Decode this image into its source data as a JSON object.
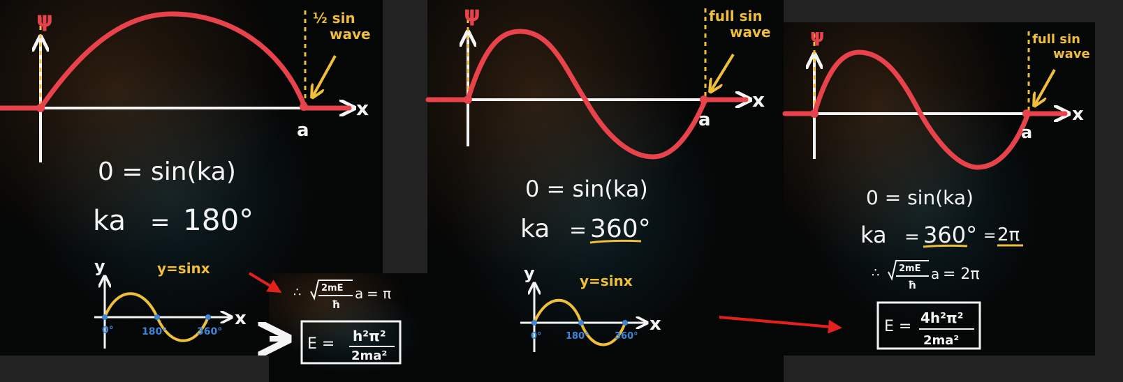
{
  "panel1": {
    "psi": "ψ",
    "x_axis": "x",
    "a_label": "a",
    "note_line1": "½ sin",
    "note_line2": "wave",
    "eq_line1": "0 = sin(ka)",
    "eq_ka": "ka",
    "eq_equals": "=",
    "eq_angle": "180°",
    "graph_y": "y",
    "graph_title": "y=sinx",
    "graph_x": "x",
    "tick_0": "0°",
    "tick_180": "180°",
    "tick_360": "360°"
  },
  "panel2": {
    "psi": "ψ",
    "x_axis": "x",
    "a_label": "a",
    "note_line1": "full sin",
    "note_line2": "wave",
    "eq_line1": "0 = sin(ka)",
    "eq_ka": "ka",
    "eq_equals": "=",
    "eq_angle": "360°",
    "graph_y": "y",
    "graph_title": "y=sinx",
    "graph_x": "x",
    "tick_0": "0°",
    "tick_180": "180°",
    "tick_360": "360°"
  },
  "panel3": {
    "psi": "ψ",
    "x_axis": "x",
    "a_label": "a",
    "note_line1": "full sin",
    "note_line2": "wave",
    "eq_line1": "0 = sin(ka)",
    "eq_ka": "ka",
    "eq_equals": "=",
    "eq_angle": "360°",
    "eq_equals2": "=",
    "eq_two_pi": "2π",
    "therefore": "∴",
    "sqrt_inner": "2mE",
    "frac_den": "ħ",
    "eq_a": "a",
    "eq_rhs": "= 2π",
    "box_E": "E =",
    "box_num": "4h²π²",
    "box_den": "2ma²"
  },
  "inset": {
    "therefore": "∴",
    "sqrt_inner": "2mE",
    "frac_den": "ħ",
    "eq_a": "a",
    "eq_rhs": "= π",
    "box_E": "E =",
    "box_num": "h²π²",
    "box_den": "2ma²"
  },
  "colors": {
    "wave": "#e8434b",
    "chalk": "#f4f4f4",
    "yellow": "#f0bf3a",
    "blue": "#3d86d8",
    "arrow": "#e3201b"
  }
}
